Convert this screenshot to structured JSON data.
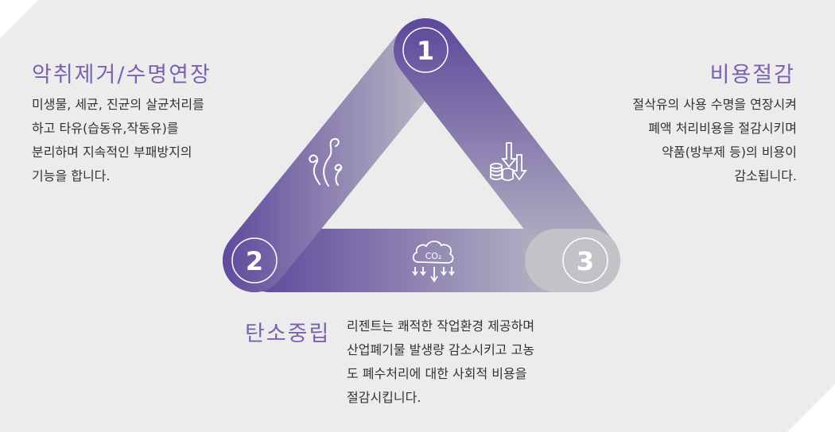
{
  "colors": {
    "accent": "#7a62b0",
    "dark_purple": "#5e4a9c",
    "grey": "#c3c3c8",
    "background": "#ececec"
  },
  "nodes": [
    {
      "number": "1"
    },
    {
      "number": "2"
    },
    {
      "number": "3"
    }
  ],
  "icons": {
    "left_band": "smell-waves-icon",
    "right_band": "coins-down-icon",
    "bottom_band": "co2-cloud-down-icon",
    "co2_label": "CO₂"
  },
  "sections": {
    "odor": {
      "title": "악취제거/수명연장",
      "lines": [
        "미생물, 세균, 진균의 살균처리를",
        "하고 타유(습동유,작동유)를",
        "분리하며 지속적인 부패방지의",
        "기능을 합니다."
      ]
    },
    "cost": {
      "title": "비용절감",
      "lines": [
        "절삭유의 사용 수명을 연장시켜",
        "폐액 처리비용을 절감시키며",
        "약품(방부제 등)의 비용이",
        "감소됩니다."
      ]
    },
    "carbon": {
      "title": "탄소중립",
      "lines": [
        "리젠트는 쾌적한 작업환경 제공하며",
        "산업폐기물 발생량 감소시키고 고농",
        "도 폐수처리에 대한 사회적 비용을",
        "절감시킵니다."
      ]
    }
  }
}
